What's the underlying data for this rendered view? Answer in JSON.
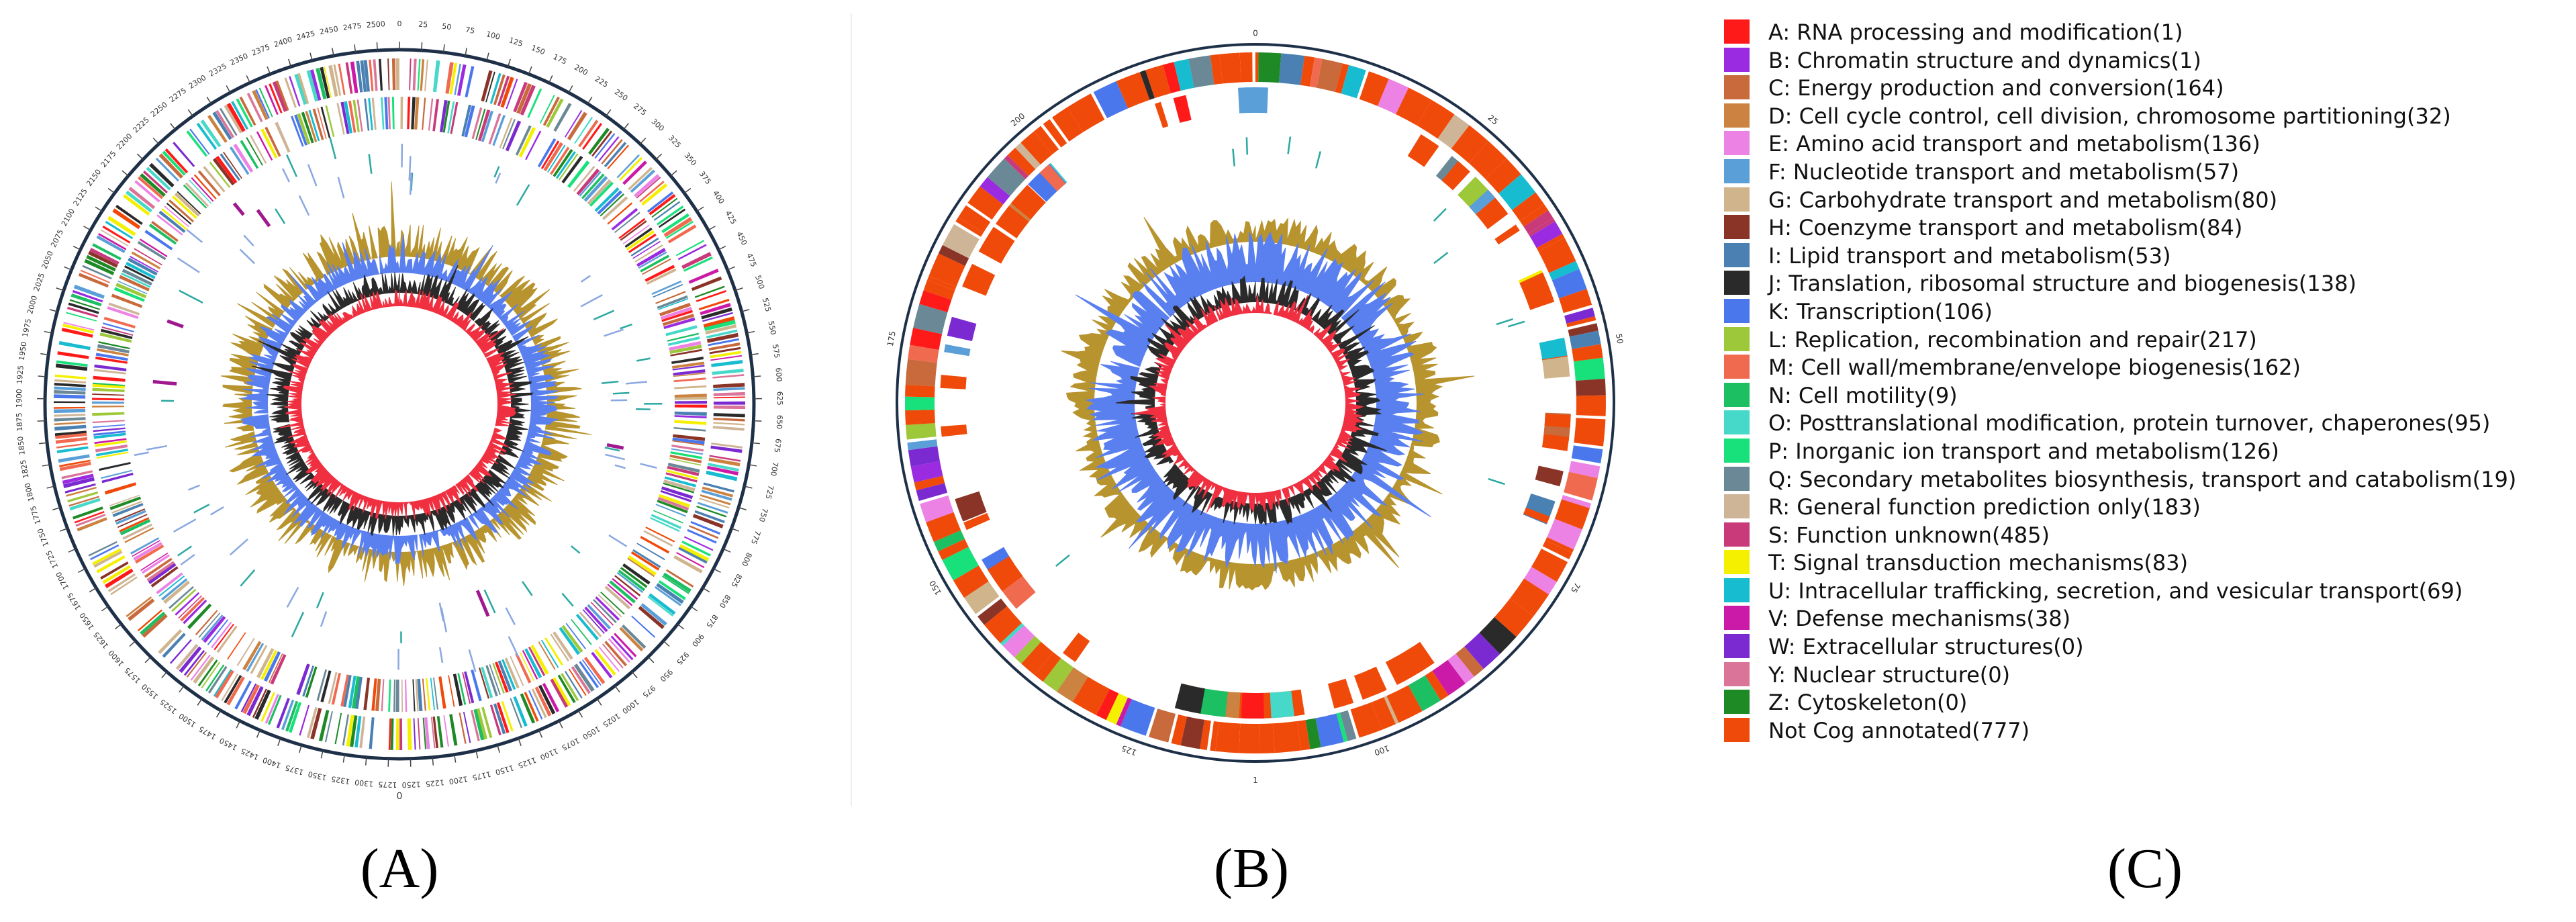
{
  "panels": [
    {
      "letter": "(A)",
      "ticks": [
        "0",
        "25",
        "50",
        "75",
        "100",
        "125",
        "150",
        "175",
        "200",
        "225",
        "250",
        "275",
        "300",
        "325",
        "350",
        "375",
        "400",
        "425",
        "450",
        "475",
        "500",
        "525",
        "550",
        "575",
        "600",
        "625",
        "650",
        "675",
        "700",
        "725",
        "750",
        "775",
        "800",
        "825",
        "850",
        "875",
        "900",
        "925",
        "950",
        "975",
        "1000",
        "1025",
        "1050",
        "1075",
        "1100",
        "1125",
        "1150",
        "1175",
        "1200",
        "1225",
        "1250",
        "1275",
        "1300",
        "1325",
        "1350",
        "1375",
        "1400",
        "1425",
        "1450",
        "1475",
        "1500",
        "1525",
        "1550",
        "1575",
        "1600",
        "1625",
        "1650",
        "1675",
        "1700",
        "1725",
        "1750",
        "1775",
        "1800",
        "1825",
        "1850",
        "1875",
        "1900",
        "1925",
        "1950",
        "1975",
        "2000",
        "2025",
        "2050",
        "2075",
        "2100",
        "2125",
        "2150",
        "2175",
        "2200",
        "2225",
        "2250",
        "2275",
        "2300",
        "2325",
        "2350",
        "2375",
        "2400",
        "2425",
        "2450",
        "2475",
        "2500"
      ]
    },
    {
      "letter": "(B)",
      "ticks": [
        "0",
        "25",
        "50",
        "75",
        "100",
        "125",
        "150",
        "175",
        "200"
      ],
      "bottom_label": "1"
    },
    {
      "letter": "(C)"
    }
  ],
  "legend": [
    {
      "label": "A: RNA processing and modification(1)",
      "color": "#ff1a1a"
    },
    {
      "label": "B: Chromatin structure and dynamics(1)",
      "color": "#9a2be0"
    },
    {
      "label": "C: Energy production and conversion(164)",
      "color": "#c86a3c"
    },
    {
      "label": "D: Cell cycle control, cell division, chromosome partitioning(32)",
      "color": "#cc8240"
    },
    {
      "label": "E: Amino acid transport and metabolism(136)",
      "color": "#ec82e4"
    },
    {
      "label": "F: Nucleotide transport and metabolism(57)",
      "color": "#5a9fd8"
    },
    {
      "label": "G: Carbohydrate transport and metabolism(80)",
      "color": "#cfb48c"
    },
    {
      "label": "H: Coenzyme transport and metabolism(84)",
      "color": "#8a3428"
    },
    {
      "label": "I: Lipid transport and metabolism(53)",
      "color": "#4a80b2"
    },
    {
      "label": "J: Translation, ribosomal structure and biogenesis(138)",
      "color": "#2a2a2a"
    },
    {
      "label": "K: Transcription(106)",
      "color": "#4a78ec"
    },
    {
      "label": "L: Replication, recombination and repair(217)",
      "color": "#9cc83a"
    },
    {
      "label": "M: Cell wall/membrane/envelope biogenesis(162)",
      "color": "#f06a50"
    },
    {
      "label": "N: Cell motility(9)",
      "color": "#1cbf62"
    },
    {
      "label": "O: Posttranslational modification, protein turnover, chaperones(95)",
      "color": "#46d8c8"
    },
    {
      "label": "P: Inorganic ion transport and metabolism(126)",
      "color": "#18e07a"
    },
    {
      "label": "Q: Secondary metabolites biosynthesis, transport and catabolism(19)",
      "color": "#6a8896"
    },
    {
      "label": "R: General function prediction only(183)",
      "color": "#cfb598"
    },
    {
      "label": "S: Function unknown(485)",
      "color": "#c83a7a"
    },
    {
      "label": "T: Signal transduction mechanisms(83)",
      "color": "#f4f000"
    },
    {
      "label": "U: Intracellular trafficking, secretion, and vesicular transport(69)",
      "color": "#18bcd0"
    },
    {
      "label": "V: Defense mechanisms(38)",
      "color": "#cc1aa8"
    },
    {
      "label": "W: Extracellular structures(0)",
      "color": "#7a2ad0"
    },
    {
      "label": "Y: Nuclear structure(0)",
      "color": "#da7498"
    },
    {
      "label": "Z: Cytoskeleton(0)",
      "color": "#1e8a26"
    },
    {
      "label": "Not Cog annotated(777)",
      "color": "#f04a0a"
    }
  ],
  "track_colors": {
    "outline": "#1e3048",
    "gc_content": "#b8942e",
    "gc_skew_pos": "#5a80f0",
    "gc_skew_neg": "#2a2a2a",
    "inner_core": "#f03040",
    "rna_teal": "#2aa8a0",
    "rna_blue": "#8aa8e0",
    "rna_purple": "#a01890"
  }
}
